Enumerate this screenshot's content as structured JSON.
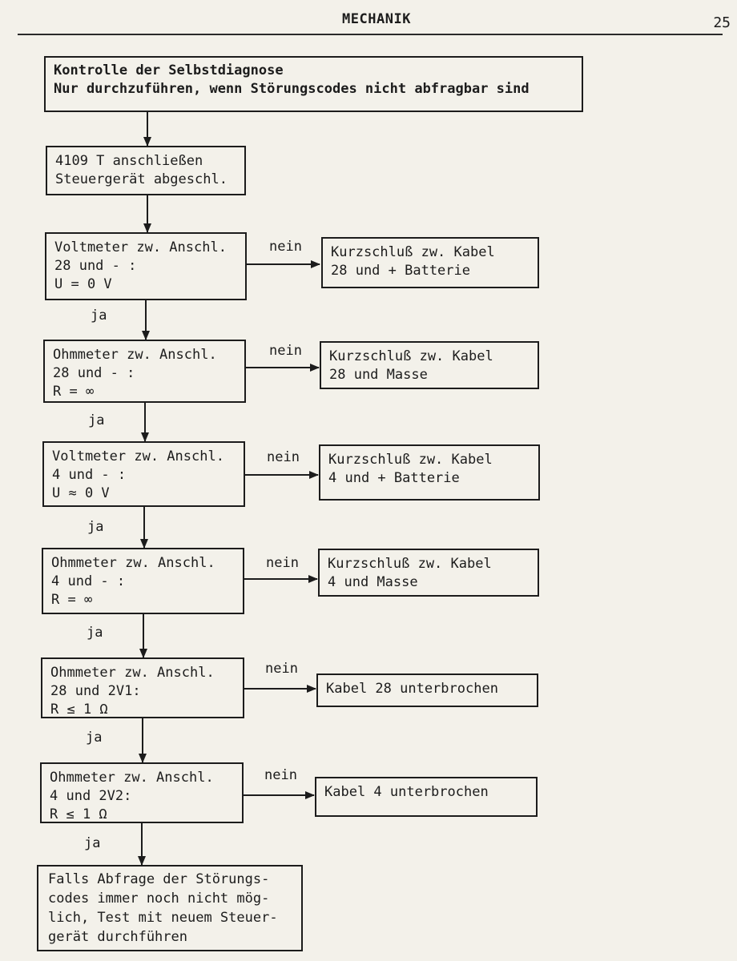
{
  "header": {
    "title": "MECHANIK",
    "page_number": "25"
  },
  "flow": {
    "start": "Kontrolle der Selbstdiagnose\nNur durchzuführen, wenn Störungscodes nicht abfragbar sind",
    "step0": "4109 T anschließen\nSteuergerät abgeschl.",
    "checks": [
      {
        "test": "Voltmeter zw. Anschl.\n28 und - :\nU = 0 V",
        "fault": "Kurzschluß zw. Kabel\n28 und + Batterie"
      },
      {
        "test": "Ohmmeter zw. Anschl.\n28 und - :\nR = ∞",
        "fault": "Kurzschluß zw. Kabel\n28 und Masse"
      },
      {
        "test": "Voltmeter zw. Anschl.\n4 und - :\nU ≈ 0 V",
        "fault": "Kurzschluß zw. Kabel\n4 und + Batterie"
      },
      {
        "test": "Ohmmeter zw. Anschl.\n4 und - :\nR = ∞",
        "fault": "Kurzschluß zw. Kabel\n4 und Masse"
      },
      {
        "test": "Ohmmeter zw. Anschl.\n28 und 2V1:\nR ≤ 1 Ω",
        "fault": "Kabel 28 unterbrochen"
      },
      {
        "test": "Ohmmeter zw. Anschl.\n4 und 2V2:\nR ≤ 1 Ω",
        "fault": "Kabel 4 unterbrochen"
      }
    ],
    "end": "Falls Abfrage der Störungs-\ncodes immer noch nicht mög-\nlich, Test mit neuem Steuer-\ngerät durchführen",
    "yes_label": "ja",
    "no_label": "nein"
  }
}
